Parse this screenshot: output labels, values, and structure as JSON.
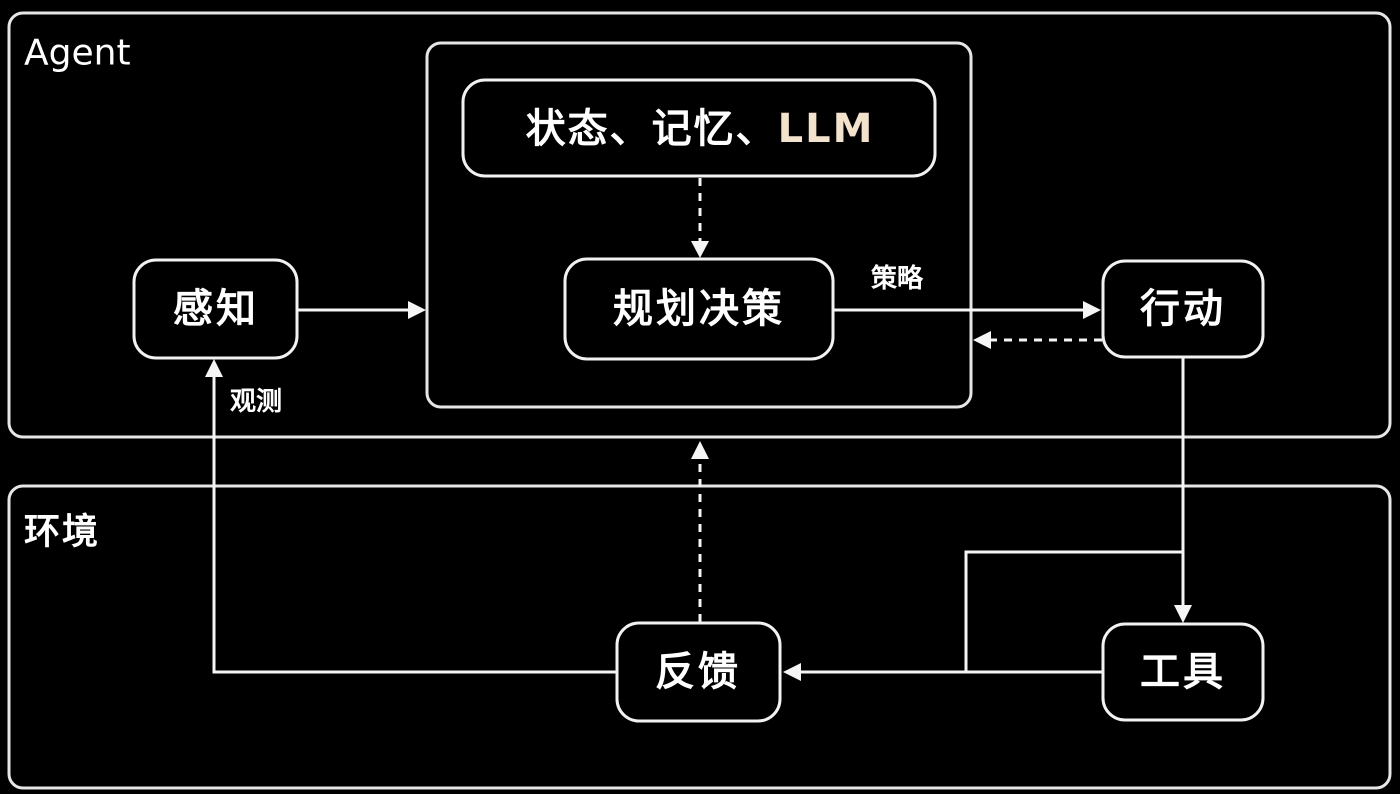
{
  "regions": {
    "agent": "Agent",
    "environment": "环境"
  },
  "nodes": {
    "state_memory_prefix": "状态、记忆、",
    "llm": "LLM",
    "planning": "规划决策",
    "perception": "感知",
    "action": "行动",
    "tools": "工具",
    "feedback": "反馈"
  },
  "edges": {
    "strategy": "策略",
    "observation": "观测"
  },
  "colors": {
    "background": "#000000",
    "line": "#f5f5f5",
    "llm_text": "#f3e2cc"
  }
}
